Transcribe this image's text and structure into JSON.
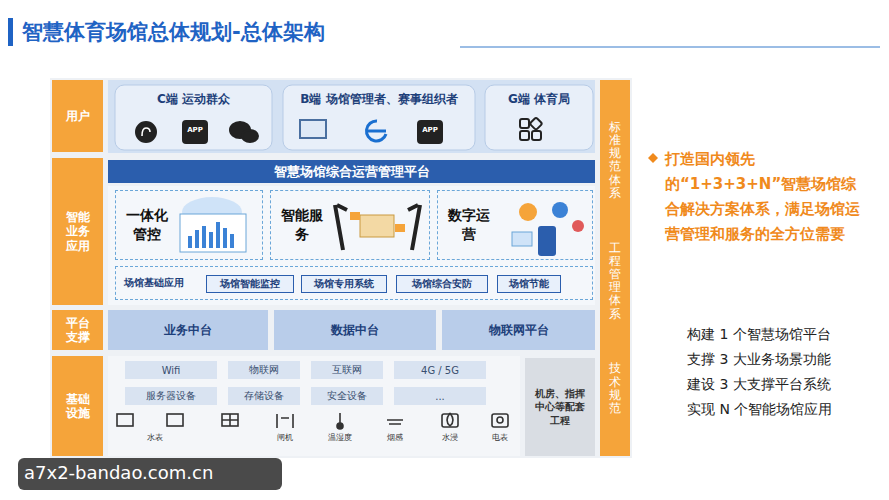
{
  "diagram": {
    "title": "智慧体育场馆总体规划-总体架构",
    "nodes": [
      {
        "text": [
          "用户"
        ]
      },
      {
        "text": [
          "智能业务应用"
        ]
      },
      {
        "text": [
          "平台支撑"
        ]
      },
      {
        "text": [
          "基础设施"
        ]
      },
      {
        "text": [
          "标准规范体系",
          "工程管理体系",
          "技术规范"
        ]
      },
      {
        "text": [
          "C端 运动群众"
        ]
      },
      {
        "text": [
          "B端 场馆管理者、赛事组织者"
        ]
      },
      {
        "text": [
          "G端 体育局"
        ]
      },
      {
        "text": [
          "智慧场馆综合运营管理平台"
        ]
      },
      {
        "text": [
          "一体化管控"
        ]
      },
      {
        "text": [
          "智能服务"
        ]
      },
      {
        "text": [
          "数字运营"
        ]
      },
      {
        "text": [
          "场馆基础应用"
        ]
      },
      {
        "text": [
          "场馆智能监控"
        ],
        "in": 12
      },
      {
        "text": [
          "场馆专用系统"
        ],
        "in": 12
      },
      {
        "text": [
          "场馆综合安防"
        ],
        "in": 12
      },
      {
        "text": [
          "场馆节能"
        ],
        "in": 12
      },
      {
        "text": [
          "业务中台"
        ]
      },
      {
        "text": [
          "数据中台"
        ]
      },
      {
        "text": [
          "物联网平台"
        ]
      },
      {
        "text": [
          "Wifi"
        ]
      },
      {
        "text": [
          "物联网"
        ]
      },
      {
        "text": [
          "互联网"
        ]
      },
      {
        "text": [
          "4G / 5G"
        ]
      },
      {
        "text": [
          "服务器设备"
        ]
      },
      {
        "text": [
          "存储设备"
        ]
      },
      {
        "text": [
          "安全设备"
        ]
      },
      {
        "text": [
          "..."
        ]
      },
      {
        "text": [
          "机房、指挥中心等配套工程"
        ]
      }
    ],
    "labels": [
      "打造国内领先的“1+3+3+N”智慧场馆综合解决方案体系，满足场馆运营管理和服务的全方位需要",
      "构建 1 个智慧场馆平台",
      "支撑 3 大业务场景功能",
      "建设 3 大支撑平台系统",
      "实现 N 个智能场馆应用",
      "APP",
      "APP",
      "闸机",
      "温湿度",
      "烟感",
      "水浸",
      "电表",
      "水表",
      "a7x2-bandao.com.cn"
    ]
  }
}
